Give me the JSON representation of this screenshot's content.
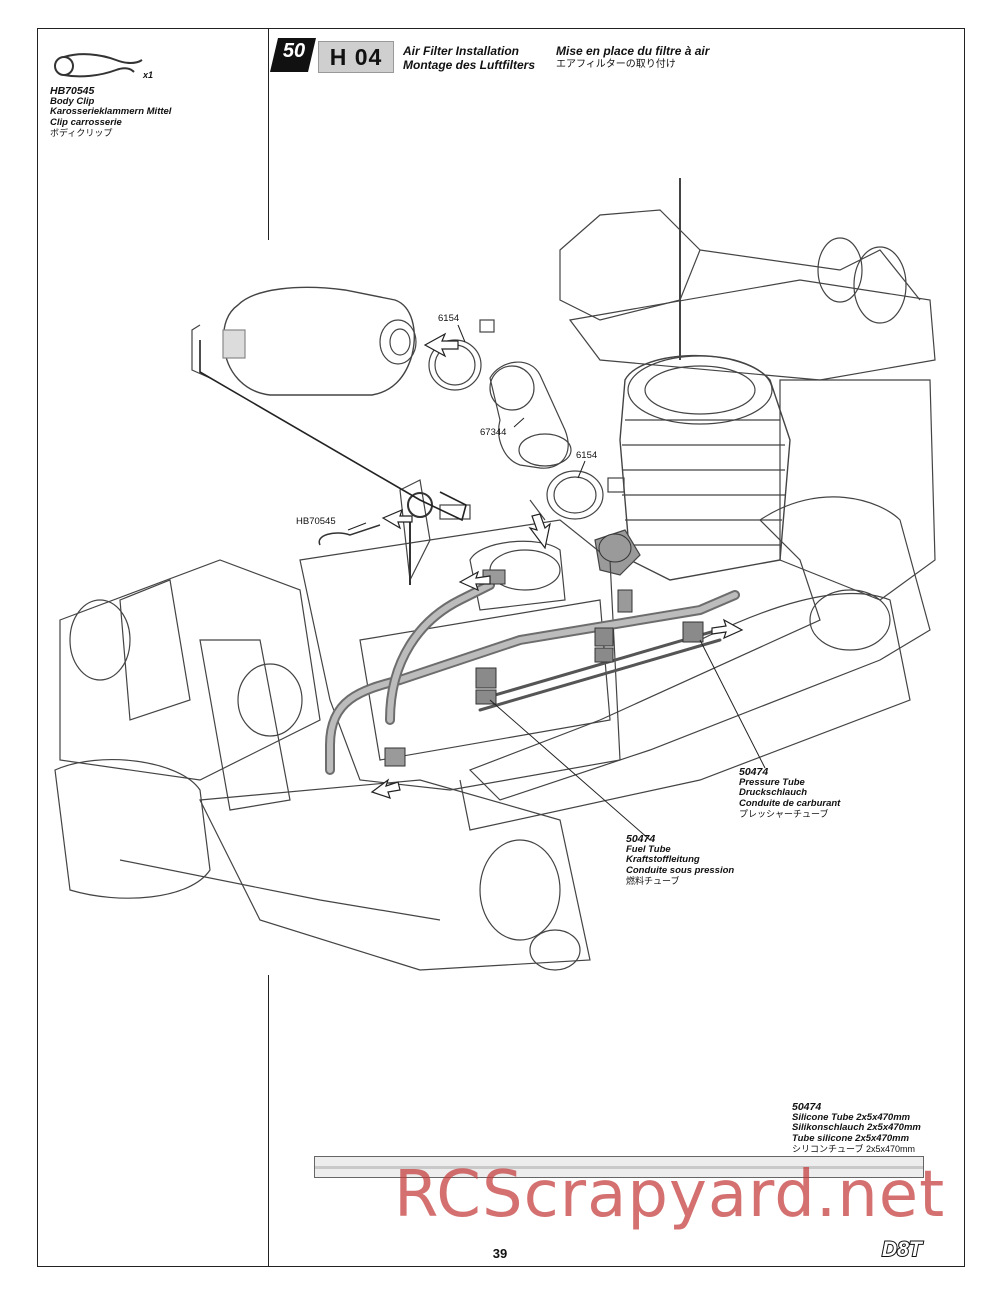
{
  "step": {
    "number": "50",
    "code": "H 04",
    "title_en": "Air Filter Installation",
    "title_de": "Montage des Luftfilters",
    "title_fr": "Mise en place du filtre à air",
    "title_ja": "エアフィルターの取り付け"
  },
  "parts_box": {
    "part_no": "HB70545",
    "qty": "x1",
    "name_en": "Body Clip",
    "name_de": "Karosserieklammern Mittel",
    "name_fr": "Clip carrosserie",
    "name_ja": "ボディクリップ"
  },
  "callouts": {
    "clamp_top": "6154",
    "elbow": "67344",
    "clamp_mid": "6154",
    "body_clip": "HB70545"
  },
  "pressure_tube": {
    "part_no": "50474",
    "name_en": "Pressure Tube",
    "name_de": "Druckschlauch",
    "name_fr": "Conduite de carburant",
    "name_ja": "プレッシャーチューブ"
  },
  "fuel_tube": {
    "part_no": "50474",
    "name_en": "Fuel Tube",
    "name_de": "Kraftstoffleitung",
    "name_fr": "Conduite sous pression",
    "name_ja": "燃料チューブ"
  },
  "silicone_tube": {
    "part_no": "50474",
    "name_en": "Silicone Tube 2x5x470mm",
    "name_de": "Silikonschlauch 2x5x470mm",
    "name_fr": "Tube silicone 2x5x470mm",
    "name_ja": "シリコンチューブ 2x5x470mm"
  },
  "watermark": "RCScrapyard.net",
  "page_number": "39",
  "brand": "D8T"
}
